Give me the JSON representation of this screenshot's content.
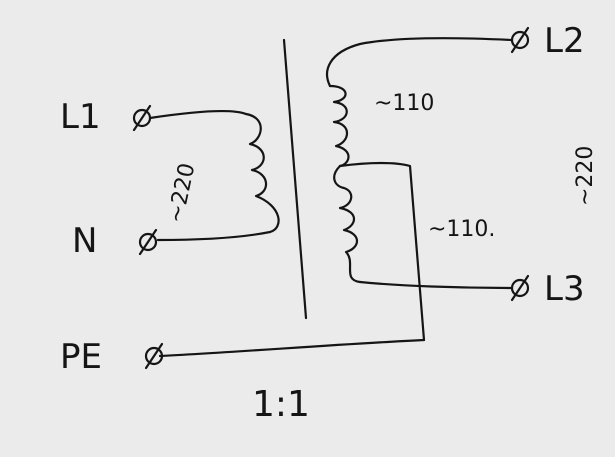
{
  "terminals": {
    "l1": "L1",
    "n": "N",
    "pe": "PE",
    "l2": "L2",
    "l3": "L3"
  },
  "voltages": {
    "primary": "~220",
    "secondary_upper": "~110",
    "secondary_lower": "~110.",
    "secondary_total": "~220"
  },
  "ratio": "1:1",
  "colors": {
    "paper": "#ebebeb",
    "ink": "#151515"
  }
}
